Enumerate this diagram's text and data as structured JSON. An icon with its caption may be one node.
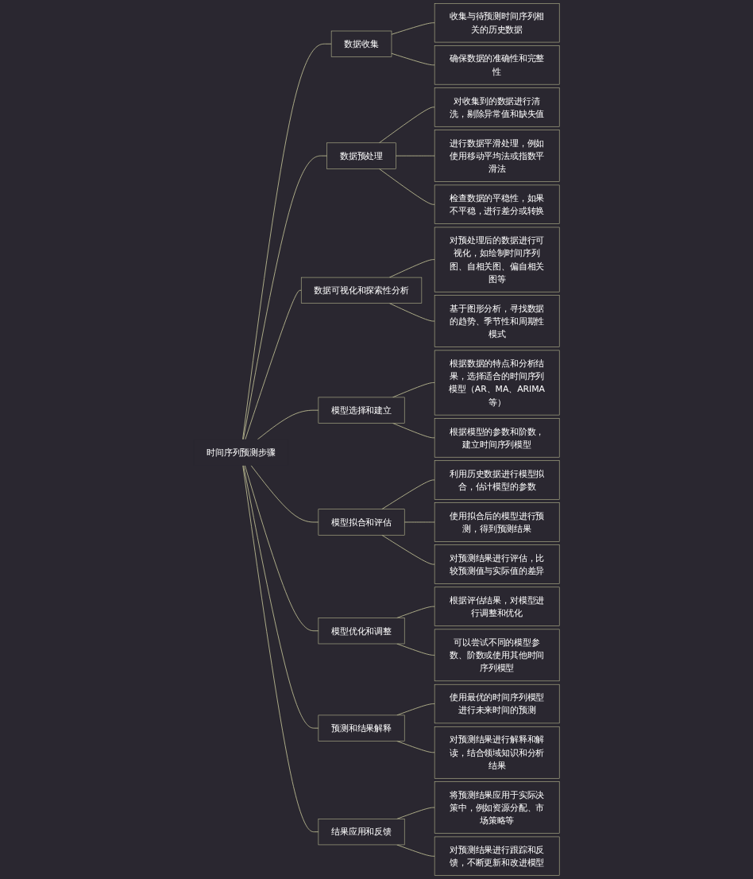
{
  "diagram": {
    "nodes": [
      {
        "text": [
          "时间序列预测步骤"
        ]
      },
      {
        "text": [
          "数据收集"
        ]
      },
      {
        "text": [
          "收集与待预测时间序列相关的历史数据"
        ]
      },
      {
        "text": [
          "确保数据的准确性和完整性"
        ]
      },
      {
        "text": [
          "数据预处理"
        ]
      },
      {
        "text": [
          "对收集到的数据进行清洗，剔除异常值和缺失值"
        ]
      },
      {
        "text": [
          "进行数据平滑处理，例如使用移动平均法或指数平滑法"
        ]
      },
      {
        "text": [
          "检查数据的平稳性，如果不平稳，进行差分或转换"
        ]
      },
      {
        "text": [
          "数据可视化和探索性分析"
        ]
      },
      {
        "text": [
          "对预处理后的数据进行可视化，如绘制时间序列图、自相关图、偏自相关图等"
        ]
      },
      {
        "text": [
          "基于图形分析，寻找数据的趋势、季节性和周期性模式"
        ]
      },
      {
        "text": [
          "模型选择和建立"
        ]
      },
      {
        "text": [
          "根据数据的特点和分析结果，选择适合的时间序列模型（AR、MA、ARIMA等）"
        ]
      },
      {
        "text": [
          "根据模型的参数和阶数，建立时间序列模型"
        ]
      },
      {
        "text": [
          "模型拟合和评估"
        ]
      },
      {
        "text": [
          "利用历史数据进行模型拟合，估计模型的参数"
        ]
      },
      {
        "text": [
          "使用拟合后的模型进行预测，得到预测结果"
        ]
      },
      {
        "text": [
          "对预测结果进行评估，比较预测值与实际值的差异"
        ]
      },
      {
        "text": [
          "模型优化和调整"
        ]
      },
      {
        "text": [
          "根据评估结果，对模型进行调整和优化"
        ]
      },
      {
        "text": [
          "可以尝试不同的模型参数、阶数或使用其他时间序列模型"
        ]
      },
      {
        "text": [
          "预测和结果解释"
        ]
      },
      {
        "text": [
          "使用最优的时间序列模型进行未来时间的预测"
        ]
      },
      {
        "text": [
          "对预测结果进行解释和解读，结合领域知识和分析结果"
        ]
      },
      {
        "text": [
          "结果应用和反馈"
        ]
      },
      {
        "text": [
          "将预测结果应用于实际决策中，例如资源分配、市场策略等"
        ]
      },
      {
        "text": [
          "对预测结果进行跟踪和反馈，不断更新和改进模型"
        ]
      }
    ],
    "edges": [
      {
        "from": 0,
        "to": 1,
        "arrow": "none"
      },
      {
        "from": 1,
        "to": 2,
        "arrow": "none"
      },
      {
        "from": 1,
        "to": 3,
        "arrow": "none"
      },
      {
        "from": 0,
        "to": 4,
        "arrow": "none"
      },
      {
        "from": 4,
        "to": 5,
        "arrow": "none"
      },
      {
        "from": 4,
        "to": 6,
        "arrow": "none"
      },
      {
        "from": 4,
        "to": 7,
        "arrow": "none"
      },
      {
        "from": 0,
        "to": 8,
        "arrow": "none"
      },
      {
        "from": 8,
        "to": 9,
        "arrow": "none"
      },
      {
        "from": 8,
        "to": 10,
        "arrow": "none"
      },
      {
        "from": 0,
        "to": 11,
        "arrow": "none"
      },
      {
        "from": 11,
        "to": 12,
        "arrow": "none"
      },
      {
        "from": 11,
        "to": 13,
        "arrow": "none"
      },
      {
        "from": 0,
        "to": 14,
        "arrow": "none"
      },
      {
        "from": 14,
        "to": 15,
        "arrow": "none"
      },
      {
        "from": 14,
        "to": 16,
        "arrow": "none"
      },
      {
        "from": 14,
        "to": 17,
        "arrow": "none"
      },
      {
        "from": 0,
        "to": 18,
        "arrow": "none"
      },
      {
        "from": 18,
        "to": 19,
        "arrow": "none"
      },
      {
        "from": 18,
        "to": 20,
        "arrow": "none"
      },
      {
        "from": 0,
        "to": 21,
        "arrow": "none"
      },
      {
        "from": 21,
        "to": 22,
        "arrow": "none"
      },
      {
        "from": 21,
        "to": 23,
        "arrow": "none"
      },
      {
        "from": 0,
        "to": 24,
        "arrow": "none"
      },
      {
        "from": 24,
        "to": 25,
        "arrow": "none"
      },
      {
        "from": 24,
        "to": 26,
        "arrow": "none"
      }
    ]
  }
}
